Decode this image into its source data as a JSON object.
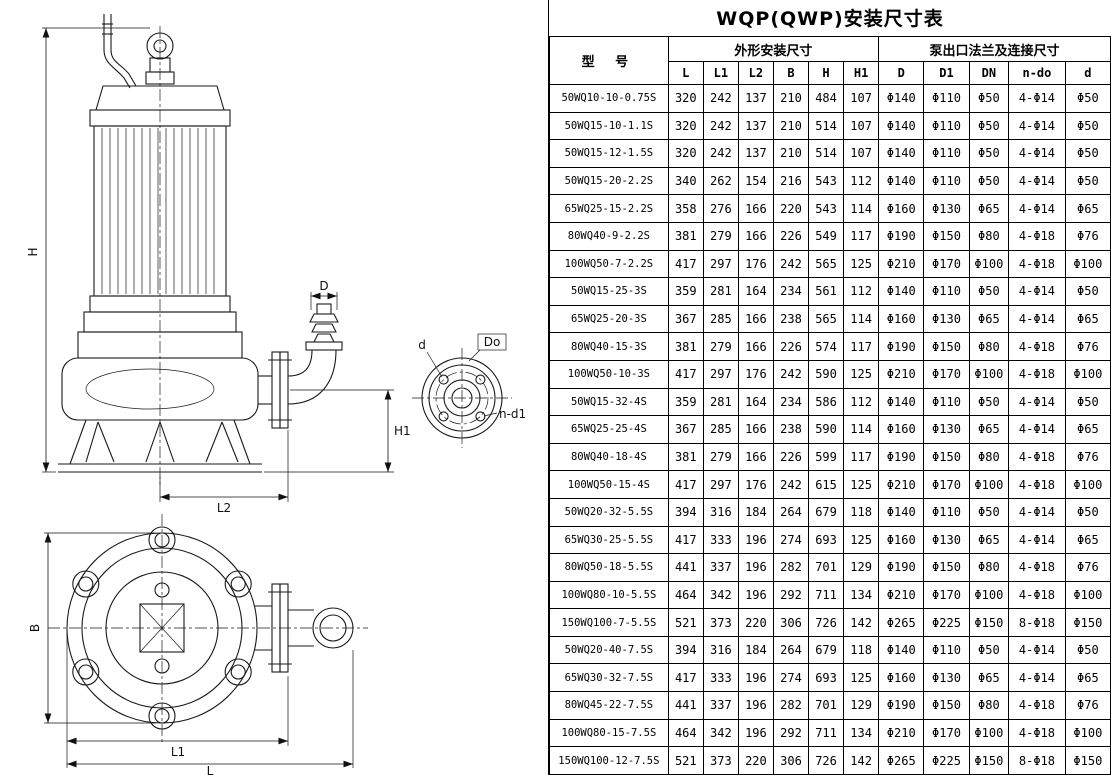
{
  "title": "WQP(QWP)安装尺寸表",
  "table": {
    "model_header": "型 号",
    "group1": "外形安装尺寸",
    "group2": "泵出口法兰及连接尺寸",
    "dim_cols": [
      "L",
      "L1",
      "L2",
      "B",
      "H",
      "H1"
    ],
    "flange_cols": [
      "D",
      "D1",
      "DN",
      "n-do",
      "d"
    ],
    "rows": [
      {
        "model": "50WQ10-10-0.75S",
        "dims": [
          "320",
          "242",
          "137",
          "210",
          "484",
          "107"
        ],
        "flange": [
          "Φ140",
          "Φ110",
          "Φ50",
          "4-Φ14",
          "Φ50"
        ]
      },
      {
        "model": "50WQ15-10-1.1S",
        "dims": [
          "320",
          "242",
          "137",
          "210",
          "514",
          "107"
        ],
        "flange": [
          "Φ140",
          "Φ110",
          "Φ50",
          "4-Φ14",
          "Φ50"
        ]
      },
      {
        "model": "50WQ15-12-1.5S",
        "dims": [
          "320",
          "242",
          "137",
          "210",
          "514",
          "107"
        ],
        "flange": [
          "Φ140",
          "Φ110",
          "Φ50",
          "4-Φ14",
          "Φ50"
        ]
      },
      {
        "model": "50WQ15-20-2.2S",
        "dims": [
          "340",
          "262",
          "154",
          "216",
          "543",
          "112"
        ],
        "flange": [
          "Φ140",
          "Φ110",
          "Φ50",
          "4-Φ14",
          "Φ50"
        ]
      },
      {
        "model": "65WQ25-15-2.2S",
        "dims": [
          "358",
          "276",
          "166",
          "220",
          "543",
          "114"
        ],
        "flange": [
          "Φ160",
          "Φ130",
          "Φ65",
          "4-Φ14",
          "Φ65"
        ]
      },
      {
        "model": "80WQ40-9-2.2S",
        "dims": [
          "381",
          "279",
          "166",
          "226",
          "549",
          "117"
        ],
        "flange": [
          "Φ190",
          "Φ150",
          "Φ80",
          "4-Φ18",
          "Φ76"
        ]
      },
      {
        "model": "100WQ50-7-2.2S",
        "dims": [
          "417",
          "297",
          "176",
          "242",
          "565",
          "125"
        ],
        "flange": [
          "Φ210",
          "Φ170",
          "Φ100",
          "4-Φ18",
          "Φ100"
        ]
      },
      {
        "model": "50WQ15-25-3S",
        "dims": [
          "359",
          "281",
          "164",
          "234",
          "561",
          "112"
        ],
        "flange": [
          "Φ140",
          "Φ110",
          "Φ50",
          "4-Φ14",
          "Φ50"
        ]
      },
      {
        "model": "65WQ25-20-3S",
        "dims": [
          "367",
          "285",
          "166",
          "238",
          "565",
          "114"
        ],
        "flange": [
          "Φ160",
          "Φ130",
          "Φ65",
          "4-Φ14",
          "Φ65"
        ]
      },
      {
        "model": "80WQ40-15-3S",
        "dims": [
          "381",
          "279",
          "166",
          "226",
          "574",
          "117"
        ],
        "flange": [
          "Φ190",
          "Φ150",
          "Φ80",
          "4-Φ18",
          "Φ76"
        ]
      },
      {
        "model": "100WQ50-10-3S",
        "dims": [
          "417",
          "297",
          "176",
          "242",
          "590",
          "125"
        ],
        "flange": [
          "Φ210",
          "Φ170",
          "Φ100",
          "4-Φ18",
          "Φ100"
        ]
      },
      {
        "model": "50WQ15-32-4S",
        "dims": [
          "359",
          "281",
          "164",
          "234",
          "586",
          "112"
        ],
        "flange": [
          "Φ140",
          "Φ110",
          "Φ50",
          "4-Φ14",
          "Φ50"
        ]
      },
      {
        "model": "65WQ25-25-4S",
        "dims": [
          "367",
          "285",
          "166",
          "238",
          "590",
          "114"
        ],
        "flange": [
          "Φ160",
          "Φ130",
          "Φ65",
          "4-Φ14",
          "Φ65"
        ]
      },
      {
        "model": "80WQ40-18-4S",
        "dims": [
          "381",
          "279",
          "166",
          "226",
          "599",
          "117"
        ],
        "flange": [
          "Φ190",
          "Φ150",
          "Φ80",
          "4-Φ18",
          "Φ76"
        ]
      },
      {
        "model": "100WQ50-15-4S",
        "dims": [
          "417",
          "297",
          "176",
          "242",
          "615",
          "125"
        ],
        "flange": [
          "Φ210",
          "Φ170",
          "Φ100",
          "4-Φ18",
          "Φ100"
        ]
      },
      {
        "model": "50WQ20-32-5.5S",
        "dims": [
          "394",
          "316",
          "184",
          "264",
          "679",
          "118"
        ],
        "flange": [
          "Φ140",
          "Φ110",
          "Φ50",
          "4-Φ14",
          "Φ50"
        ]
      },
      {
        "model": "65WQ30-25-5.5S",
        "dims": [
          "417",
          "333",
          "196",
          "274",
          "693",
          "125"
        ],
        "flange": [
          "Φ160",
          "Φ130",
          "Φ65",
          "4-Φ14",
          "Φ65"
        ]
      },
      {
        "model": "80WQ50-18-5.5S",
        "dims": [
          "441",
          "337",
          "196",
          "282",
          "701",
          "129"
        ],
        "flange": [
          "Φ190",
          "Φ150",
          "Φ80",
          "4-Φ18",
          "Φ76"
        ]
      },
      {
        "model": "100WQ80-10-5.5S",
        "dims": [
          "464",
          "342",
          "196",
          "292",
          "711",
          "134"
        ],
        "flange": [
          "Φ210",
          "Φ170",
          "Φ100",
          "4-Φ18",
          "Φ100"
        ]
      },
      {
        "model": "150WQ100-7-5.5S",
        "dims": [
          "521",
          "373",
          "220",
          "306",
          "726",
          "142"
        ],
        "flange": [
          "Φ265",
          "Φ225",
          "Φ150",
          "8-Φ18",
          "Φ150"
        ]
      },
      {
        "model": "50WQ20-40-7.5S",
        "dims": [
          "394",
          "316",
          "184",
          "264",
          "679",
          "118"
        ],
        "flange": [
          "Φ140",
          "Φ110",
          "Φ50",
          "4-Φ14",
          "Φ50"
        ]
      },
      {
        "model": "65WQ30-32-7.5S",
        "dims": [
          "417",
          "333",
          "196",
          "274",
          "693",
          "125"
        ],
        "flange": [
          "Φ160",
          "Φ130",
          "Φ65",
          "4-Φ14",
          "Φ65"
        ]
      },
      {
        "model": "80WQ45-22-7.5S",
        "dims": [
          "441",
          "337",
          "196",
          "282",
          "701",
          "129"
        ],
        "flange": [
          "Φ190",
          "Φ150",
          "Φ80",
          "4-Φ18",
          "Φ76"
        ]
      },
      {
        "model": "100WQ80-15-7.5S",
        "dims": [
          "464",
          "342",
          "196",
          "292",
          "711",
          "134"
        ],
        "flange": [
          "Φ210",
          "Φ170",
          "Φ100",
          "4-Φ18",
          "Φ100"
        ]
      },
      {
        "model": "150WQ100-12-7.5S",
        "dims": [
          "521",
          "373",
          "220",
          "306",
          "726",
          "142"
        ],
        "flange": [
          "Φ265",
          "Φ225",
          "Φ150",
          "8-Φ18",
          "Φ150"
        ]
      }
    ]
  },
  "drawing": {
    "labels": {
      "H": "H",
      "D": "D",
      "H1": "H1",
      "L2": "L2",
      "d": "d",
      "Do": "Do",
      "n_d1": "n-d1",
      "B": "B",
      "L1": "L1",
      "L": "L"
    }
  }
}
